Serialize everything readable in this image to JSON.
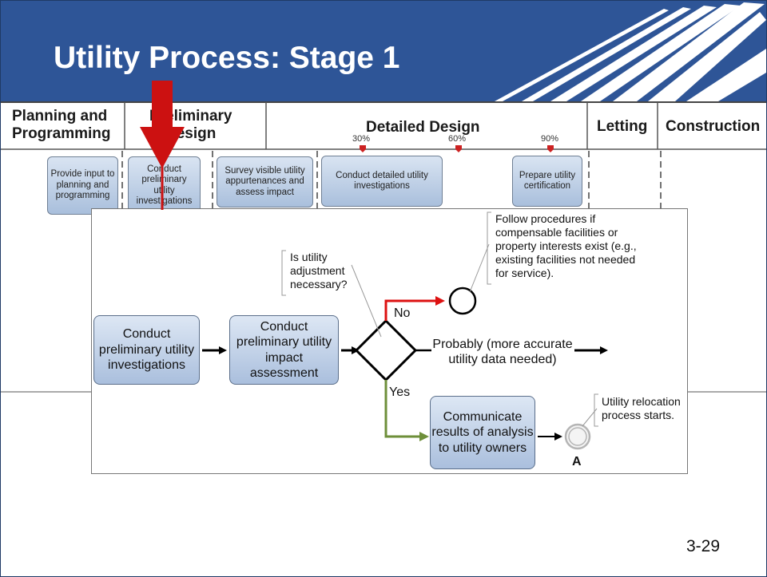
{
  "slide": {
    "title": "Utility Process: Stage 1",
    "page_number": "3-29"
  },
  "phases": {
    "planning_line1": "Planning and",
    "planning_line2": "Programming",
    "preliminary_line1": "Preliminary",
    "preliminary_line2": "Design",
    "detailed": "Detailed Design",
    "letting": "Letting",
    "construction": "Construction"
  },
  "milestones": [
    "30%",
    "60%",
    "90%"
  ],
  "stage_steps": [
    "Provide input to planning and programming",
    "Conduct preliminary utility investigations",
    "Survey visible utility appurtenances and assess impact",
    "Conduct detailed utility investigations",
    "Prepare utility certification"
  ],
  "flow": {
    "step1": "Conduct preliminary utility investigations",
    "step2": "Conduct preliminary utility impact assessment",
    "decision_question": "Is utility adjustment necessary?",
    "branch_no": "No",
    "branch_probably": "Probably (more accurate utility data needed)",
    "branch_yes": "Yes",
    "no_note": "Follow procedures if compensable facilities or property interests exist (e.g., existing facilities not needed for service).",
    "step3": "Communicate results of analysis to utility owners",
    "end_note": "Utility relocation process starts.",
    "connector_label": "A"
  },
  "colors": {
    "header": "#2e5597",
    "no_arrow": "#dd1111",
    "yes_arrow": "#6e8f3a",
    "pointer_arrow": "#cc1111"
  }
}
